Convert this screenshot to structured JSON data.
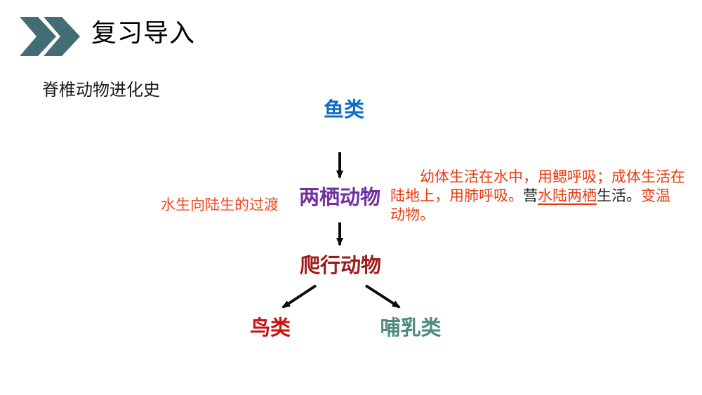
{
  "slide": {
    "background": "#ffffff",
    "header": {
      "title": "复习导入",
      "title_color": "#000000",
      "chevron_icon": "double-chevron-right",
      "chevron_icon_color": "#426D74"
    },
    "subtitle": {
      "text": "脊椎动物进化史",
      "color": "#1a1a1a"
    },
    "side_label": {
      "text": "水生向陆生的过渡",
      "color": "#F4491F"
    },
    "flowchart": {
      "arrow_color": "#0b0b0b",
      "nodes": {
        "fish": {
          "label": "鱼类",
          "color": "#0F6FC6"
        },
        "amphibian": {
          "label": "两栖动物",
          "color": "#7030A0"
        },
        "reptile": {
          "label": "爬行动物",
          "color": "#9E1B1B"
        },
        "bird": {
          "label": "鸟类",
          "color": "#C91111"
        },
        "mammal": {
          "label": "哺乳类",
          "color": "#4F8C7D"
        }
      },
      "edges": [
        {
          "from": "fish",
          "to": "amphibian"
        },
        {
          "from": "amphibian",
          "to": "reptile"
        },
        {
          "from": "reptile",
          "to": "bird"
        },
        {
          "from": "reptile",
          "to": "mammal"
        }
      ]
    },
    "amphibian_note": {
      "lines": [
        {
          "runs": [
            {
              "text": "幼体生活在水中，用鳃呼吸；成体生活在",
              "color": "#E8390E",
              "underline": false
            }
          ]
        },
        {
          "runs": [
            {
              "text": "陆地上，用肺呼吸。",
              "color": "#E8390E",
              "underline": false
            },
            {
              "text": "营",
              "color": "#1a1a1a",
              "underline": false
            },
            {
              "text": "水陆两栖",
              "color": "#E8390E",
              "underline": true
            },
            {
              "text": "生活。",
              "color": "#1a1a1a",
              "underline": false
            },
            {
              "text": "变温",
              "color": "#E8390E",
              "underline": false
            }
          ]
        },
        {
          "runs": [
            {
              "text": "动物。",
              "color": "#E8390E",
              "underline": false
            }
          ]
        }
      ]
    }
  }
}
